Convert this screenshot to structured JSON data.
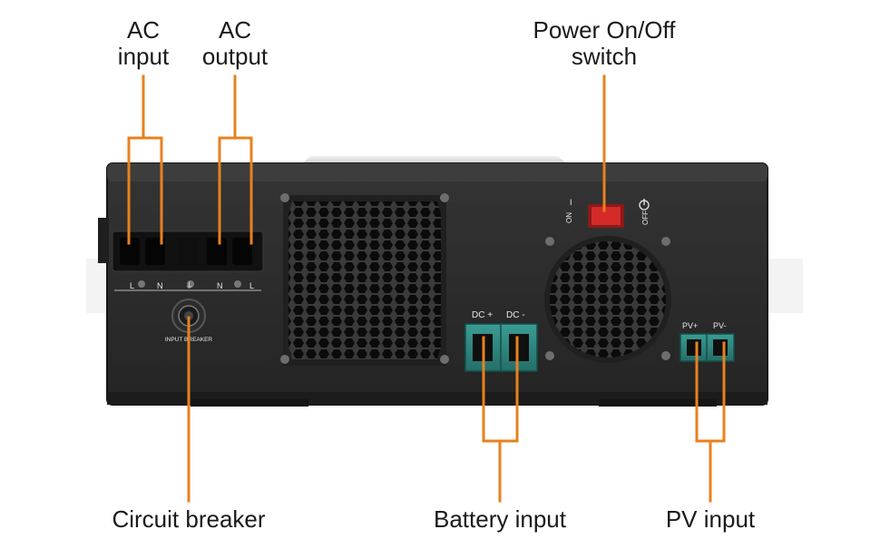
{
  "callouts": {
    "ac_input": {
      "line1": "AC",
      "line2": "input"
    },
    "ac_output": {
      "line1": "AC",
      "line2": "output"
    },
    "power_switch": {
      "line1": "Power On/Off",
      "line2": "switch"
    },
    "circuit_breaker": "Circuit breaker",
    "battery_input": "Battery input",
    "pv_input": "PV input"
  },
  "panel_text": {
    "terminal_l1": "L",
    "terminal_n1": "N",
    "terminal_ground": "⏚",
    "terminal_n2": "N",
    "terminal_l2": "L",
    "breaker_label": "INPUT BREAKER",
    "switch_on": "ON",
    "switch_bar": "I",
    "switch_off": "OFF",
    "dc_plus": "DC +",
    "dc_minus": "DC -",
    "pv_plus": "PV+",
    "pv_minus": "PV-"
  },
  "colors": {
    "leader": "#e8811f",
    "chassis": "#2a2a2a",
    "chassis_edge": "#1a1a1a",
    "switch": "#d42a2a",
    "terminal": "#2f8f87"
  }
}
